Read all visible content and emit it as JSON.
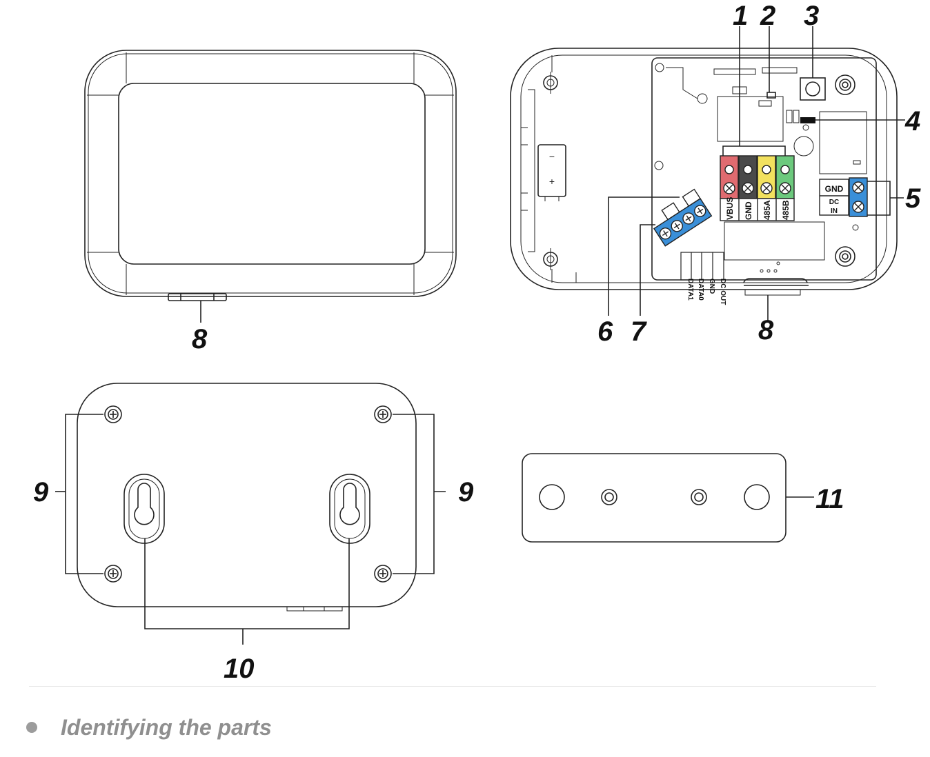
{
  "callouts": {
    "c1": "1",
    "c2": "2",
    "c3": "3",
    "c4": "4",
    "c5": "5",
    "c6": "6",
    "c7": "7",
    "c8_front": "8",
    "c8_open": "8",
    "c9_left": "9",
    "c9_right": "9",
    "c10": "10",
    "c11": "11"
  },
  "terminals": {
    "rs485": [
      "VBUS",
      "GND",
      "485A",
      "485B"
    ],
    "power_gnd": "GND",
    "power_dc": "DC",
    "power_in": "IN",
    "wiegand": [
      "DC OUT",
      "GND",
      "DATA0",
      "DATA1"
    ]
  },
  "battery": {
    "minus": "−",
    "plus": "+"
  },
  "colors": {
    "vbus": "#e06b70",
    "gnd": "#4a4a4a",
    "a485": "#f2e15e",
    "b485": "#6cc97d",
    "blue_terminal": "#3a8fd8"
  },
  "caption": "Identifying the parts"
}
